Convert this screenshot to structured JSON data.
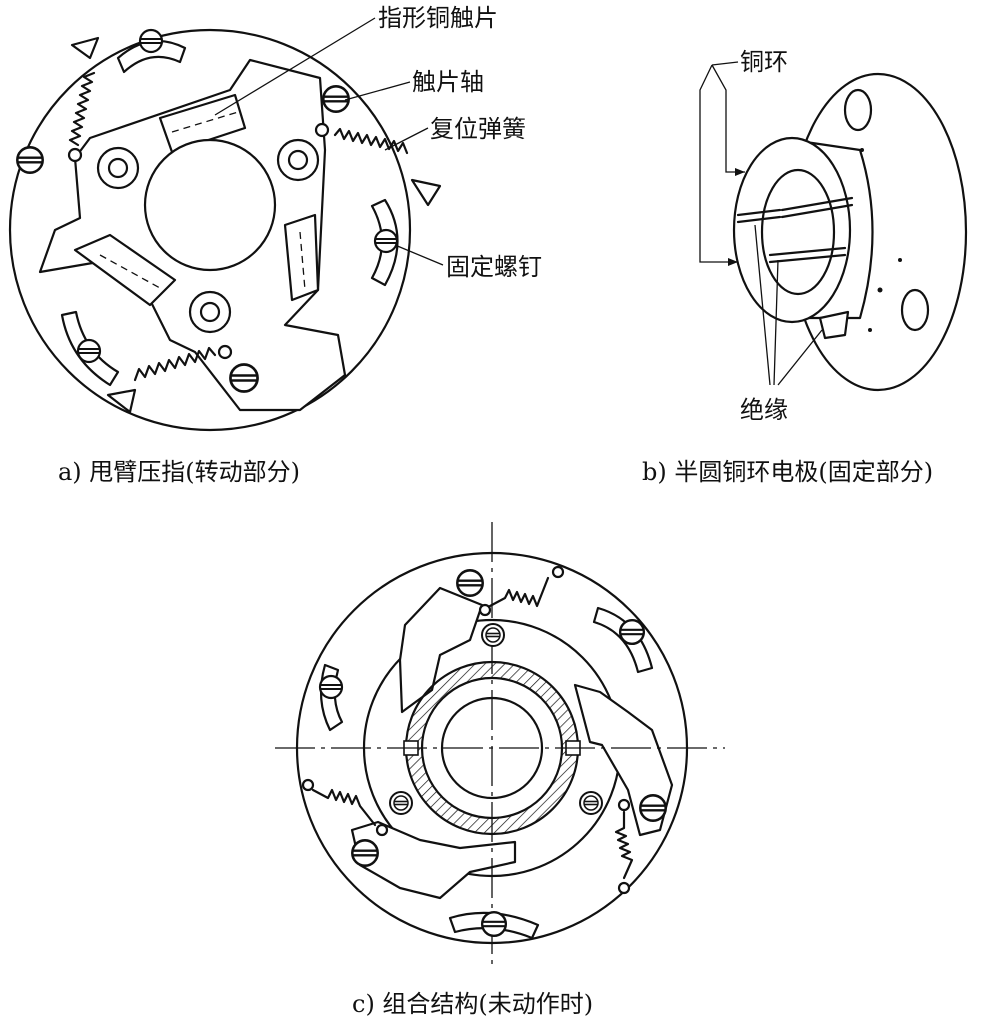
{
  "panel_a": {
    "labels": {
      "finger_contact": "指形铜触片",
      "contact_shaft": "触片轴",
      "return_spring": "复位弹簧",
      "fixing_screw": "固定螺钉"
    },
    "caption": "a) 甩臂压指(转动部分)"
  },
  "panel_b": {
    "labels": {
      "copper_ring": "铜环",
      "insulation": "绝缘"
    },
    "caption": "b) 半圆铜环电极(固定部分)"
  },
  "panel_c": {
    "caption": "c) 组合结构(未动作时)"
  }
}
